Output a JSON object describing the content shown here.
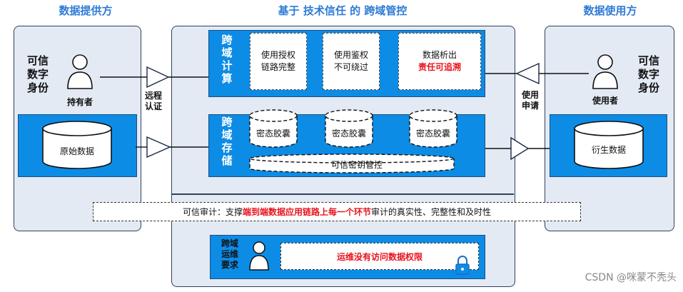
{
  "headers": {
    "left": "数据提供方",
    "center": "基于 技术信任 的 跨域管控",
    "right": "数据使用方"
  },
  "provider": {
    "identity_label": "可信\n数字\n身份",
    "holder_label": "持有者",
    "raw_data_label": "原始数据"
  },
  "consumer": {
    "identity_label": "可信\n数字\n身份",
    "user_label": "使用者",
    "derived_data_label": "衍生数据"
  },
  "arrows": {
    "remote_auth": "远程\n认证",
    "apply_use": "使用\n申请"
  },
  "compute": {
    "title": "跨\n域\n计\n算",
    "items": [
      {
        "text": "使用授权\n链路完整"
      },
      {
        "text": "使用鉴权\n不可绕过"
      },
      {
        "line1": "数据析出",
        "line2": "责任可追溯"
      }
    ]
  },
  "storage": {
    "title": "跨\n域\n存\n储",
    "capsules": [
      "密态胶囊",
      "密态胶囊",
      "密态胶囊"
    ],
    "key_control": "可信密钥管控"
  },
  "audit": {
    "prefix": "可信审计：支撑",
    "highlight": "端到端数据应用链路上每一个环节",
    "suffix": "审计的真实性、完整性和及时性"
  },
  "ops": {
    "title": "跨域\n运维\n要求",
    "requirement": "运维没有访问数据权限"
  },
  "watermark": "CSDN @咪蒙不秃头",
  "colors": {
    "header_blue": "#2e7bd6",
    "box_blue": "#0d8ce6",
    "panel_bg": "#e3eaf4",
    "highlight_red": "#e8141e"
  }
}
